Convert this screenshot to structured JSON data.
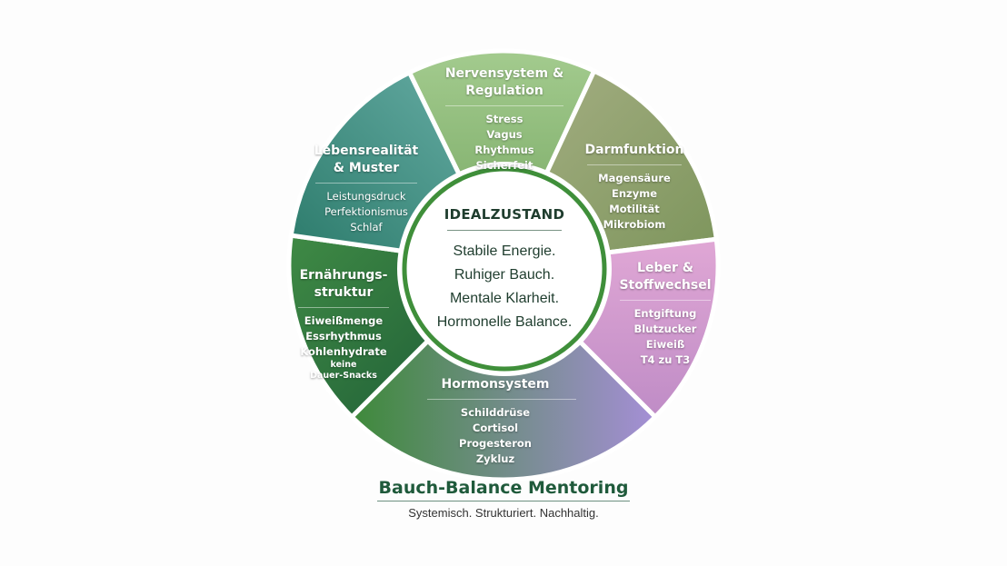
{
  "diagram": {
    "center": {
      "title": "IDEALZUSTAND",
      "lines": [
        "Stabile Energie.",
        "Ruhiger Bauch.",
        "Mentale Klarheit.",
        "Hormonelle Balance."
      ],
      "border_color": "#3f8f3a"
    },
    "segments": [
      {
        "title": "Nervensystem & Regulation",
        "items": [
          "Stress",
          "Vagus",
          "Rhythmus",
          "Sicherfeit"
        ],
        "colors": [
          "#a3cb8e",
          "#7fae6b"
        ]
      },
      {
        "title": "Darmfunktion",
        "items": [
          "Magensäure",
          "Enzyme",
          "Motilität",
          "Mikrobiom"
        ],
        "colors": [
          "#a4ae82",
          "#7d955c"
        ]
      },
      {
        "title": "Leber & Stoffwechsel",
        "items": [
          "Entgiftung",
          "Blutzucker",
          "Eiweiß",
          "T4 zu T3"
        ],
        "colors": [
          "#e0a7d5",
          "#bf8cc6"
        ]
      },
      {
        "title": "Hormonsystem",
        "items": [
          "Schilddrüse",
          "Cortisol",
          "Progesteron",
          "Zykluz"
        ],
        "colors": [
          "#3e8a3a",
          "#a58fd6"
        ]
      },
      {
        "title": "Ernährungs-struktur",
        "items": [
          "Eiweißmenge",
          "Essrhythmus",
          "Kohlenhydrate",
          "keine",
          "Dauer-Snacks"
        ],
        "colors": [
          "#3f8a45",
          "#1f5e37"
        ]
      },
      {
        "title": "Lebensrealität & Muster",
        "items": [
          "Leistungsdruck",
          "Perfektionismus",
          "Schlaf"
        ],
        "colors": [
          "#66aca4",
          "#2c7b6b"
        ]
      }
    ]
  },
  "brand": {
    "title": "Bauch-Balance Mentoring",
    "subtitle": "Systemisch. Strukturiert. Nachhaltig."
  }
}
